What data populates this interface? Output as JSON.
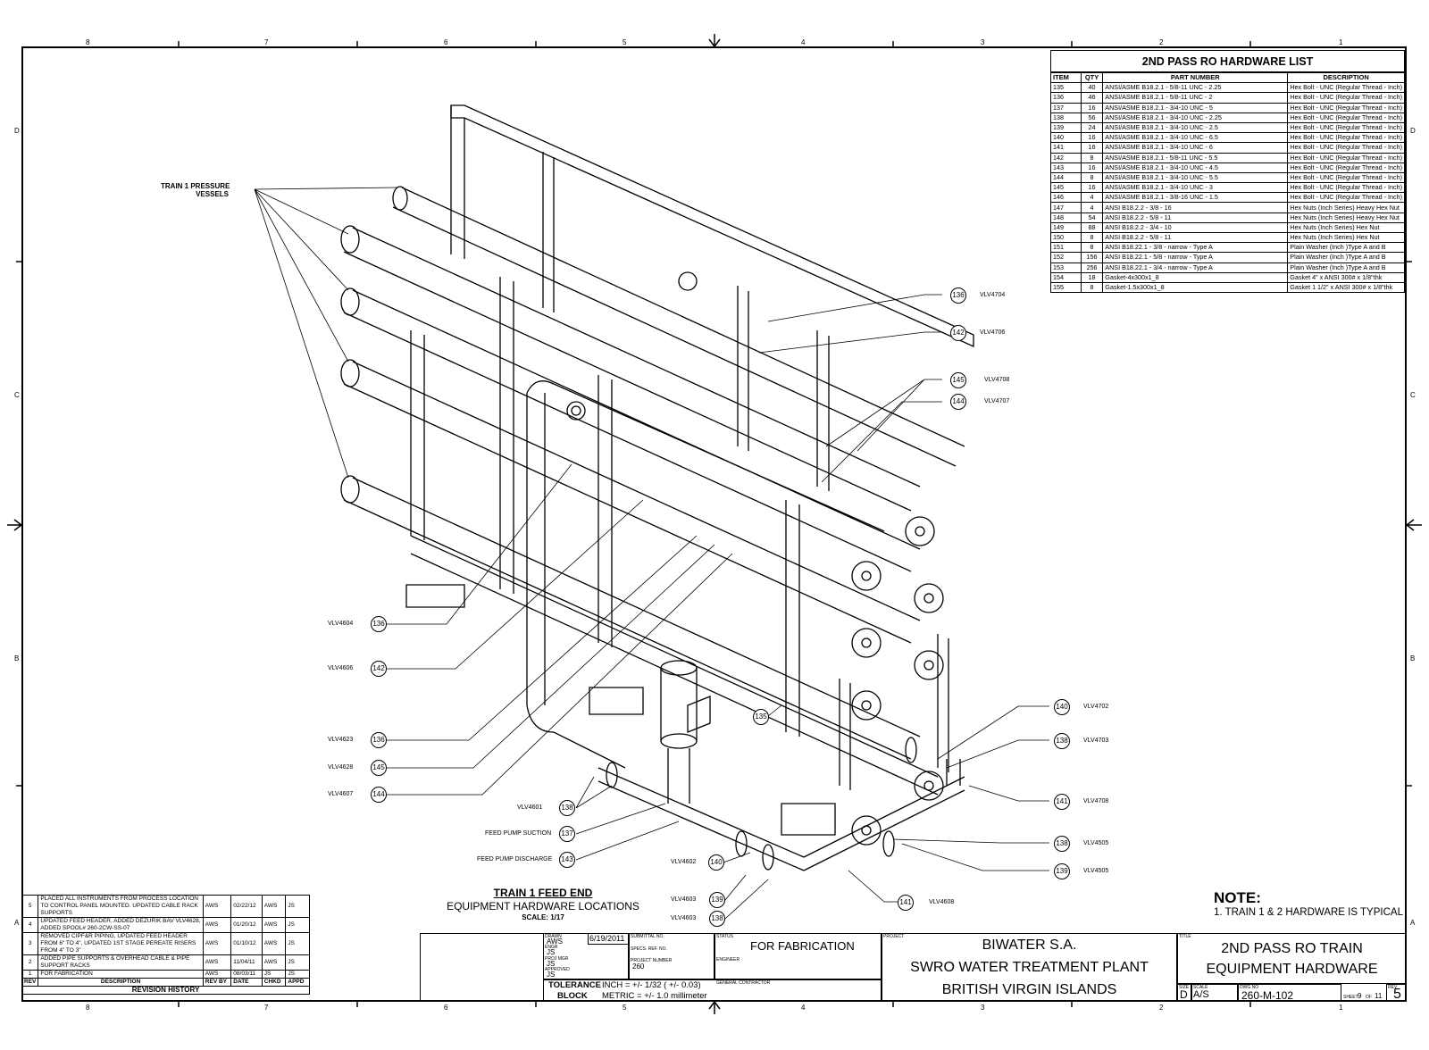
{
  "zones": {
    "top_numbers": [
      "8",
      "7",
      "6",
      "5",
      "4",
      "3",
      "2",
      "1"
    ],
    "bottom_numbers": [
      "8",
      "7",
      "6",
      "5",
      "4",
      "3",
      "2",
      "1"
    ],
    "side_letters": [
      "D",
      "C",
      "B",
      "A"
    ]
  },
  "hardware_list": {
    "title": "2ND PASS RO HARDWARE LIST",
    "headers": [
      "ITEM",
      "QTY",
      "PART NUMBER",
      "DESCRIPTION"
    ],
    "rows": [
      [
        "135",
        "40",
        "ANSI/ASME B18.2.1 - 5/8-11 UNC - 2.25",
        "Hex Bolt - UNC (Regular Thread - Inch)"
      ],
      [
        "136",
        "46",
        "ANSI/ASME B18.2.1 - 5/8-11 UNC - 2",
        "Hex Bolt - UNC (Regular Thread - Inch)"
      ],
      [
        "137",
        "16",
        "ANSI/ASME B18.2.1 - 3/4-10 UNC - 5",
        "Hex Bolt - UNC (Regular Thread - Inch)"
      ],
      [
        "138",
        "56",
        "ANSI/ASME B18.2.1 - 3/4-10 UNC - 2.25",
        "Hex Bolt - UNC (Regular Thread - Inch)"
      ],
      [
        "139",
        "24",
        "ANSI/ASME B18.2.1 - 3/4-10 UNC - 2.5",
        "Hex Bolt - UNC (Regular Thread - Inch)"
      ],
      [
        "140",
        "16",
        "ANSI/ASME B18.2.1 - 3/4-10 UNC - 6.5",
        "Hex Bolt - UNC (Regular Thread - Inch)"
      ],
      [
        "141",
        "16",
        "ANSI/ASME B18.2.1 - 3/4-10 UNC - 6",
        "Hex Bolt - UNC (Regular Thread - Inch)"
      ],
      [
        "142",
        "8",
        "ANSI/ASME B18.2.1 - 5/8-11 UNC - 5.5",
        "Hex Bolt - UNC (Regular Thread - Inch)"
      ],
      [
        "143",
        "16",
        "ANSI/ASME B18.2.1 - 3/4-10 UNC - 4.5",
        "Hex Bolt - UNC (Regular Thread - Inch)"
      ],
      [
        "144",
        "8",
        "ANSI/ASME B18.2.1 - 3/4-10 UNC - 5.5",
        "Hex Bolt - UNC (Regular Thread - Inch)"
      ],
      [
        "145",
        "16",
        "ANSI/ASME B18.2.1 - 3/4-10 UNC - 3",
        "Hex Bolt - UNC (Regular Thread - Inch)"
      ],
      [
        "146",
        "4",
        "ANSI/ASME B18.2.1 - 3/8-16 UNC - 1.5",
        "Hex Bolt - UNC (Regular Thread - Inch)"
      ],
      [
        "147",
        "4",
        "ANSI B18.2.2 - 3/8 - 16",
        "Hex Nuts (Inch Series) Heavy Hex Nut"
      ],
      [
        "148",
        "54",
        "ANSI B18.2.2 - 5/8 - 11",
        "Hex Nuts (Inch Series) Heavy Hex Nut"
      ],
      [
        "149",
        "88",
        "ANSI B18.2.2 - 3/4 - 10",
        "Hex Nuts (Inch Series) Hex Nut"
      ],
      [
        "150",
        "8",
        "ANSI B18.2.2 - 5/8 - 11",
        "Hex Nuts (Inch Series) Hex Nut"
      ],
      [
        "151",
        "8",
        "ANSI B18.22.1 - 3/8 - narrow - Type A",
        "Plain Washer (Inch )Type A and B"
      ],
      [
        "152",
        "156",
        "ANSI B18.22.1 - 5/8 - narrow - Type A",
        "Plain Washer (Inch )Type A and B"
      ],
      [
        "153",
        "256",
        "ANSI B18.22.1 - 3/4 - narrow - Type A",
        "Plain Washer (Inch )Type A and B"
      ],
      [
        "154",
        "18",
        "Gasket-4x300x1_8",
        "Gasket 4\" x ANSI 300# x 1/8\"thk"
      ],
      [
        "155",
        "8",
        "Gasket-1.5x300x1_8",
        "Gasket 1 1/2\" x ANSI 300# x 1/8\"thk"
      ]
    ]
  },
  "callout_title": "TRAIN 1 PRESSURE VESSELS",
  "callout_title_lines": [
    "TRAIN 1 PRESSURE",
    "VESSELS"
  ],
  "right_callouts": [
    {
      "num": "136",
      "tag": "VLV4704"
    },
    {
      "num": "142",
      "tag": "VLV4706"
    },
    {
      "num": "145",
      "tag": "VLV4708"
    },
    {
      "num": "144",
      "tag": "VLV4707"
    },
    {
      "num": "140",
      "tag": "VLV4702"
    },
    {
      "num": "138",
      "tag": "VLV4703"
    },
    {
      "num": "141",
      "tag": "VLV4708"
    },
    {
      "num": "138",
      "tag": "VLV4505"
    },
    {
      "num": "139",
      "tag": "VLV4505"
    },
    {
      "num": "141",
      "tag": "VLV4608"
    }
  ],
  "left_callouts": [
    {
      "num": "136",
      "tag": "VLV4604"
    },
    {
      "num": "142",
      "tag": "VLV4606"
    },
    {
      "num": "136",
      "tag": "VLV4623"
    },
    {
      "num": "145",
      "tag": "VLV4628"
    },
    {
      "num": "144",
      "tag": "VLV4607"
    }
  ],
  "bottom_callouts": [
    {
      "num": "138",
      "tag": "VLV4601"
    },
    {
      "num": "137",
      "tag": "FEED PUMP SUCTION"
    },
    {
      "num": "143",
      "tag": "FEED PUMP DISCHARGE"
    },
    {
      "num": "140",
      "tag": "VLV4602"
    },
    {
      "num": "139",
      "tag": "VLV4603"
    },
    {
      "num": "138",
      "tag": "VLV4603"
    },
    {
      "num": "135",
      "tag": ""
    }
  ],
  "caption": {
    "title": "TRAIN 1 FEED END",
    "subtitle": "EQUIPMENT HARDWARE LOCATIONS",
    "scale": "SCALE: 1/17"
  },
  "note": {
    "title": "NOTE:",
    "line1": "1. TRAIN 1 & 2 HARDWARE IS TYPICAL"
  },
  "revision_history": {
    "rows": [
      [
        "5",
        "PLACED ALL INSTRUMENTS FROM PROCESS LOCATION TO CONTROL PANEL MOUNTED.  UPDATED CABLE RACK SUPPORTS",
        "AWS",
        "02/22/12",
        "AWS",
        "JS"
      ],
      [
        "4",
        "UPDATED FEED HEADER, ADDED DEZURIK BAV VLV4628, ADDED SPOOL# 260-2CW-SS-07",
        "AWS",
        "01/20/12",
        "AWS",
        "JS"
      ],
      [
        "3",
        "REMOVED CIPF&R PIPING, UPDATED FEED HEADER FROM 6\" TO 4\", UPDATED 1ST STAGE PEREATE RISERS FROM 4\" TO 3\"",
        "AWS",
        "01/10/12",
        "AWS",
        "JS"
      ],
      [
        "2",
        "ADDED PIPE SUPPORTS & OVERHEAD CABLE & PIPE SUPPORT RACKS",
        "AWS",
        "11/04/11",
        "AWS",
        "JS"
      ],
      [
        "1",
        "FOR FABRICATION",
        "AWS",
        "08/03/11",
        "JS",
        "JS"
      ]
    ],
    "headers": [
      "REV",
      "DESCRIPTION",
      "REV BY",
      "DATE",
      "CHKD",
      "APPD"
    ],
    "footer": "REVISION HISTORY"
  },
  "title_block": {
    "drawn_label": "DRAWN",
    "drawn_value": "AWS",
    "date": "6/19/2011",
    "engr_label": "ENGR",
    "engr_value": "JS",
    "proj_mgr_label": "PROJ MGR",
    "proj_mgr_value": "JS",
    "approved_label": "APPROVED",
    "approved_value": "JS",
    "submittal_label": "SUBMITTAL NO.",
    "specs_label": "SPECS. REF. NO.",
    "project_number_label": "PROJECT NUMBER",
    "project_number": "260",
    "status_label": "STATUS",
    "status": "FOR FABRICATION",
    "engineer_label": "ENGINEER",
    "gc_label": "GENERAL CONTRACTOR",
    "tolerance_label_1": "TOLERANCE",
    "tolerance_label_2": "BLOCK",
    "tolerance_inch": "INCH = +/- 1/32 ( +/- 0.03)",
    "tolerance_metric": "METRIC = +/- 1.0 millimeter",
    "project_label": "PROJECT",
    "project_line1": "BIWATER S.A.",
    "project_line2": "SWRO WATER TREATMENT PLANT",
    "project_line3": "BRITISH VIRGIN ISLANDS",
    "title_label": "TITLE",
    "title_line1": "2ND PASS RO TRAIN",
    "title_line2": "EQUIPMENT HARDWARE",
    "size_label": "SIZE",
    "size": "D",
    "scale_label": "SCALE",
    "scale": "A/S",
    "dwg_label": "DWG NO",
    "dwg_no": "260-M-102",
    "sheet_label": "SHEET",
    "sheet": "9",
    "of_label": "OF",
    "of": "11",
    "rev_label": "REV",
    "rev": "5"
  }
}
